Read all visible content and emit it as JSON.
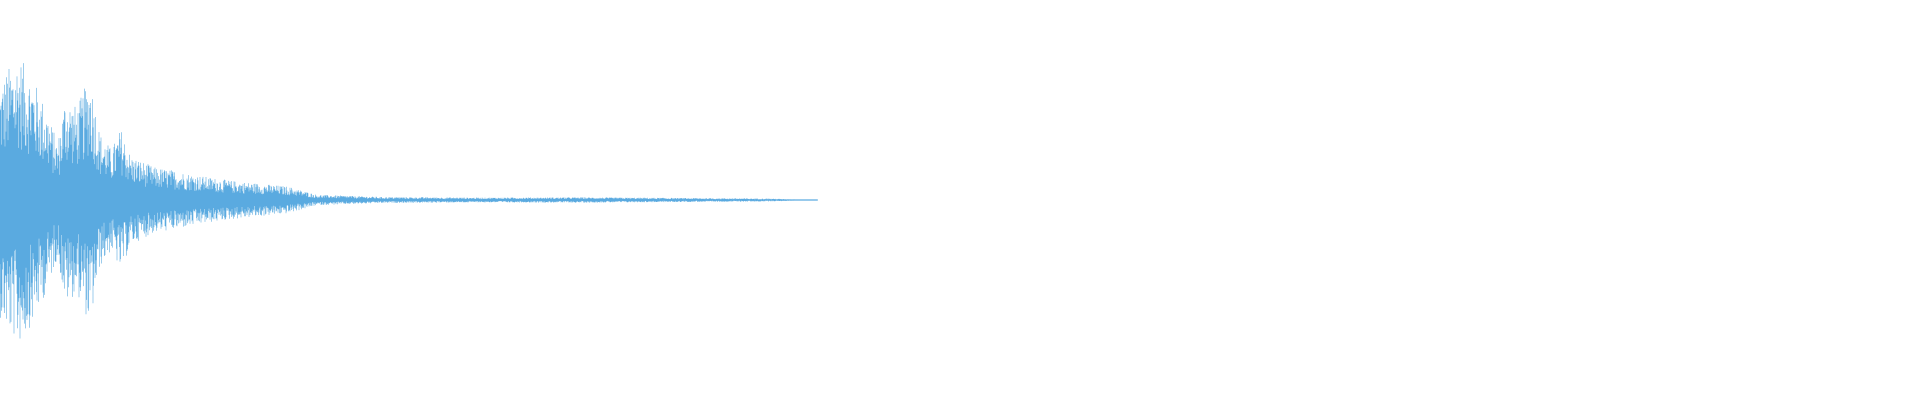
{
  "waveform": {
    "color": "#5aaae0",
    "background": "#ffffff",
    "duration_fraction": 0.426,
    "peak_amplitude": 0.96,
    "envelope": [
      [
        0.0,
        0.78
      ],
      [
        0.004,
        0.88
      ],
      [
        0.01,
        0.96
      ],
      [
        0.017,
        0.82
      ],
      [
        0.024,
        0.62
      ],
      [
        0.03,
        0.38
      ],
      [
        0.034,
        0.7
      ],
      [
        0.04,
        0.62
      ],
      [
        0.047,
        0.84
      ],
      [
        0.052,
        0.45
      ],
      [
        0.058,
        0.34
      ],
      [
        0.063,
        0.48
      ],
      [
        0.068,
        0.3
      ],
      [
        0.08,
        0.22
      ],
      [
        0.09,
        0.2
      ],
      [
        0.105,
        0.16
      ],
      [
        0.12,
        0.13
      ],
      [
        0.135,
        0.11
      ],
      [
        0.15,
        0.09
      ],
      [
        0.165,
        0.035
      ],
      [
        0.2,
        0.02
      ],
      [
        0.25,
        0.016
      ],
      [
        0.3,
        0.018
      ],
      [
        0.35,
        0.014
      ],
      [
        0.4,
        0.01
      ],
      [
        0.426,
        0.0
      ]
    ]
  }
}
